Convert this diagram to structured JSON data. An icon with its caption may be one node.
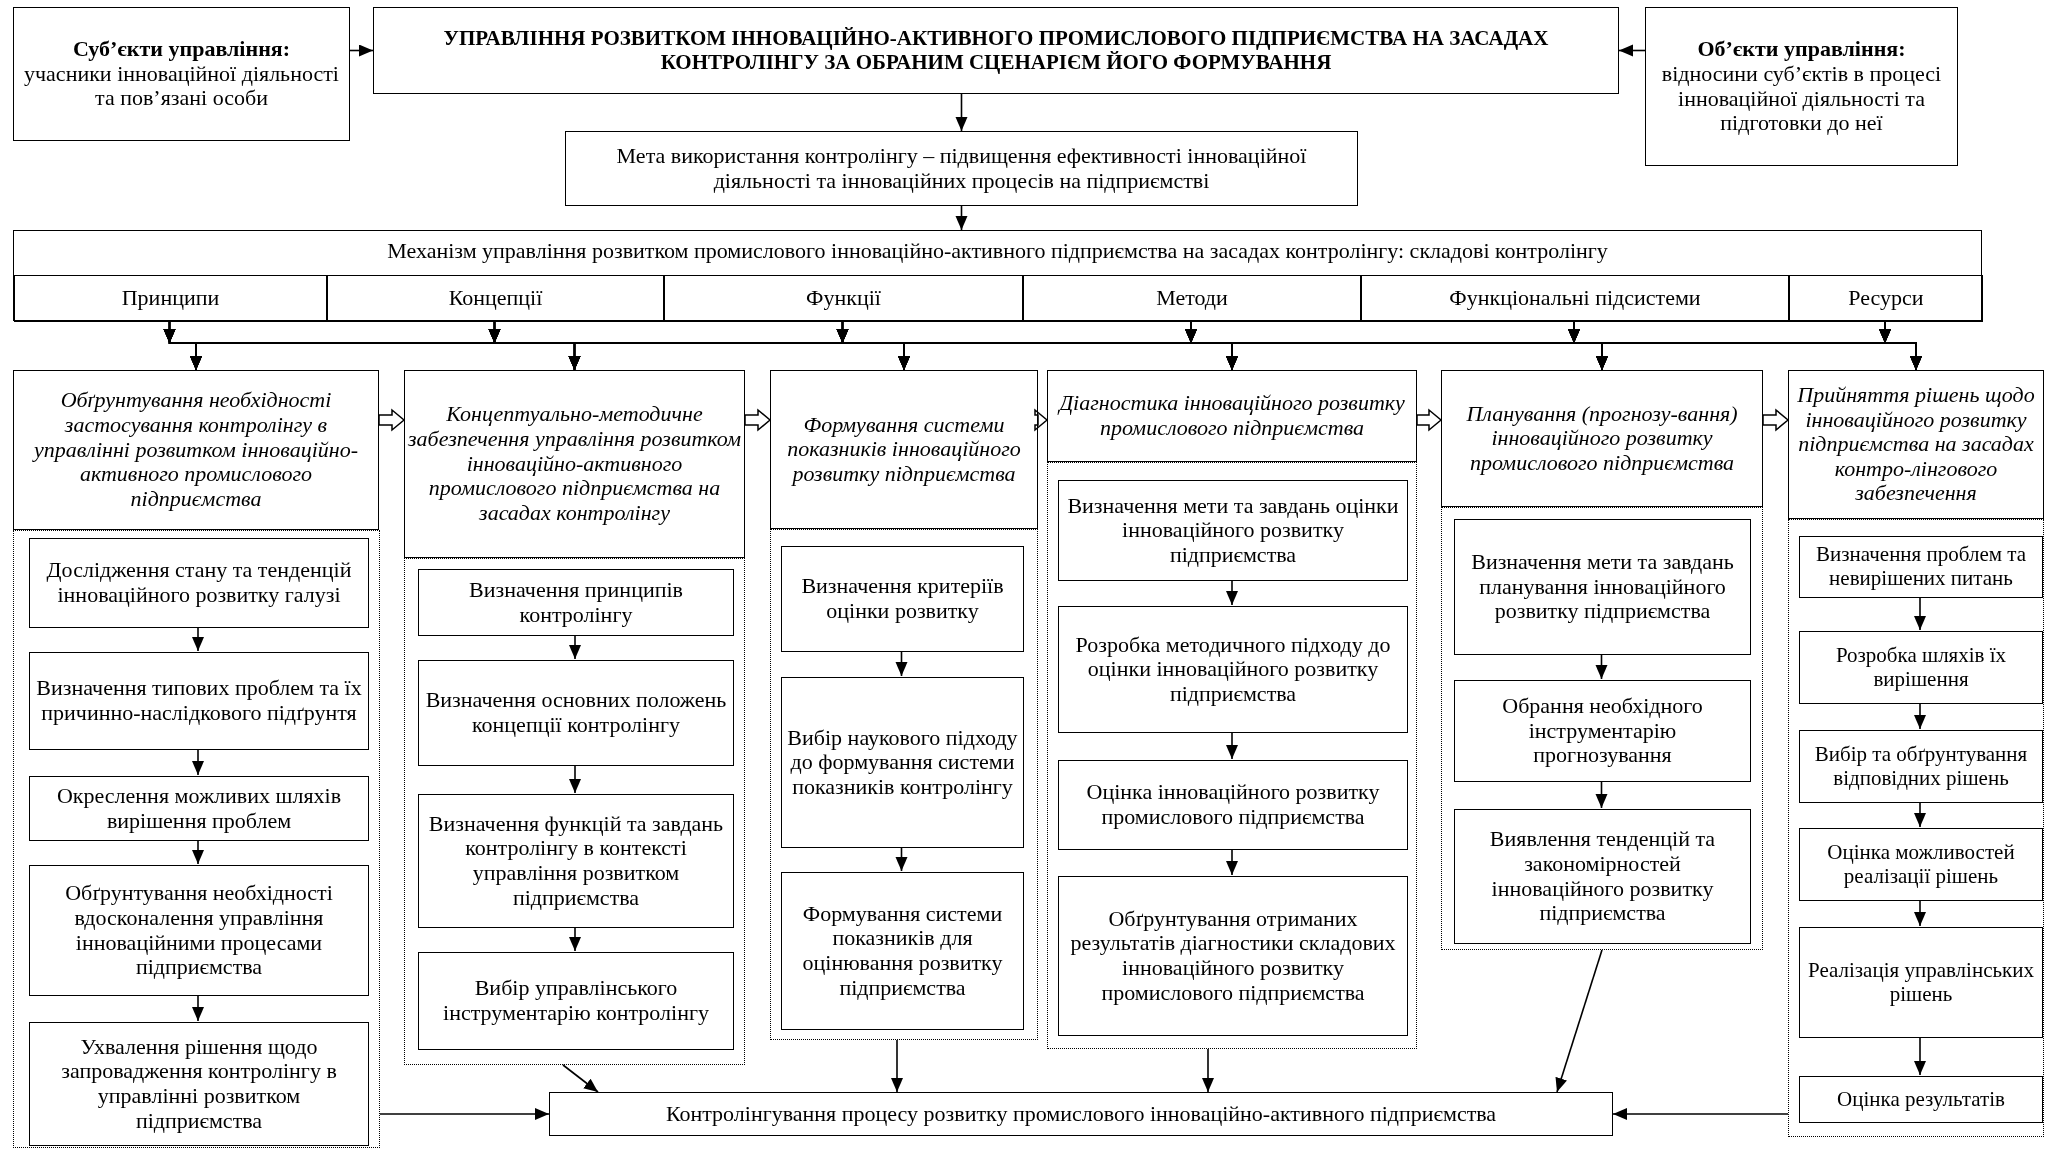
{
  "diagram": {
    "nodes": [
      {
        "text": [
          "Суб’єкти управління:",
          "учасники інноваційної діяльності та пов’язані особи"
        ]
      },
      {
        "text": [
          "УПРАВЛІННЯ РОЗВИТКОМ ІННОВАЦІЙНО-АКТИВНОГО ПРОМИСЛОВОГО ПІДПРИЄМСТВА НА ЗАСАДАХ КОНТРОЛІНГУ ЗА ОБРАНИМ СЦЕНАРІЄМ ЙОГО ФОРМУВАННЯ"
        ]
      },
      {
        "text": [
          "Об’єкти управління:",
          "відносини суб’єктів в процесі інноваційної діяльності та підготовки до неї"
        ]
      },
      {
        "text": [
          "Мета використання контролінгу – підвищення ефективності інноваційної діяльності та інноваційних процесів на підприємстві"
        ]
      },
      {
        "text": [
          "Механізм управління розвитком промислового інноваційно-активного підприємства на засадах контролінгу: складові контролінгу"
        ]
      },
      {
        "text": [
          "Принципи"
        ],
        "in": 4
      },
      {
        "text": [
          "Концепції"
        ],
        "in": 4
      },
      {
        "text": [
          "Функції"
        ],
        "in": 4
      },
      {
        "text": [
          "Методи"
        ],
        "in": 4
      },
      {
        "text": [
          "Функціональні підсистеми"
        ],
        "in": 4
      },
      {
        "text": [
          "Ресурси"
        ],
        "in": 4
      },
      {
        "text": [
          "Обґрунтування необхідності застосування контролінгу в управлінні розвитком інноваційно-активного промислового підприємства"
        ]
      },
      {
        "text": [],
        "shape": "box"
      },
      {
        "text": [
          "Дослідження стану та тенденцій інноваційного розвитку галузі"
        ],
        "in": 12
      },
      {
        "text": [
          "Визначення типових проблем та їх причинно-наслідкового підґрунтя"
        ],
        "in": 12
      },
      {
        "text": [
          "Окреслення можливих шляхів вирішення проблем"
        ],
        "in": 12
      },
      {
        "text": [
          "Обґрунтування необхідності вдосконалення управління інноваційними процесами підприємства"
        ],
        "in": 12
      },
      {
        "text": [
          "Ухвалення рішення щодо запровадження контролінгу в управлінні розвитком підприємства"
        ],
        "in": 12
      },
      {
        "text": [
          "Концептуально-методичне забезпечення управління розвитком інноваційно-активного промислового підприємства на засадах контролінгу"
        ]
      },
      {
        "text": [],
        "shape": "box"
      },
      {
        "text": [
          "Визначення принципів контролінгу"
        ],
        "in": 19
      },
      {
        "text": [
          "Визначення основних положень концепції контролінгу"
        ],
        "in": 19
      },
      {
        "text": [
          "Визначення функцій та завдань контролінгу в контексті управління розвитком підприємства"
        ],
        "in": 19
      },
      {
        "text": [
          "Вибір управлінського інструментарію контролінгу"
        ],
        "in": 19
      },
      {
        "text": [
          "Формування системи показників інноваційного розвитку підприємства"
        ]
      },
      {
        "text": [],
        "shape": "box"
      },
      {
        "text": [
          "Визначення критеріїв оцінки розвитку"
        ],
        "in": 25
      },
      {
        "text": [
          "Вибір наукового підходу до формування системи показників контролінгу"
        ],
        "in": 25
      },
      {
        "text": [
          "Формування системи показників для оцінювання розвитку підприємства"
        ],
        "in": 25
      },
      {
        "text": [
          "Діагностика інноваційного розвитку промислового підприємства"
        ]
      },
      {
        "text": [],
        "shape": "box"
      },
      {
        "text": [
          "Визначення мети та завдань оцінки інноваційного розвитку підприємства"
        ],
        "in": 30
      },
      {
        "text": [
          "Розробка методичного підходу до оцінки інноваційного розвитку підприємства"
        ],
        "in": 30
      },
      {
        "text": [
          "Оцінка інноваційного розвитку промислового підприємства"
        ],
        "in": 30
      },
      {
        "text": [
          "Обґрунтування отриманих результатів діагностики складових інноваційного розвитку промислового підприємства"
        ],
        "in": 30
      },
      {
        "text": [
          "Планування (прогнозу-вання) інноваційного розвитку промислового підприємства"
        ]
      },
      {
        "text": [],
        "shape": "box"
      },
      {
        "text": [
          "Визначення мети та завдань планування інноваційного розвитку підприємства"
        ],
        "in": 36
      },
      {
        "text": [
          "Обрання необхідного інструментарію прогнозування"
        ],
        "in": 36
      },
      {
        "text": [
          "Виявлення тенденцій та закономірностей інноваційного розвитку підприємства"
        ],
        "in": 36
      },
      {
        "text": [
          "Прийняття рішень щодо інноваційного розвитку підприємства на засадах контро-лінгового забезпечення"
        ]
      },
      {
        "text": [],
        "shape": "box"
      },
      {
        "text": [
          "Визначення проблем та невирішених питань"
        ],
        "in": 41
      },
      {
        "text": [
          "Розробка шляхів їх вирішення"
        ],
        "in": 41
      },
      {
        "text": [
          "Вибір та обґрунтування відповідних рішень"
        ],
        "in": 41
      },
      {
        "text": [
          "Оцінка можливостей реалізації рішень"
        ],
        "in": 41
      },
      {
        "text": [
          "Реалізація управлінських рішень"
        ],
        "in": 41
      },
      {
        "text": [
          "Оцінка результатів"
        ],
        "in": 41
      },
      {
        "text": [
          "Контролінгування процесу розвитку промислового інноваційно-активного підприємства"
        ]
      }
    ],
    "edges": [
      {
        "from": 0,
        "to": 1,
        "arrow": "to"
      },
      {
        "from": 2,
        "to": 1,
        "arrow": "to"
      },
      {
        "from": 1,
        "to": 3,
        "arrow": "to"
      },
      {
        "from": 3,
        "to": 4,
        "arrow": "to"
      },
      {
        "from": 5,
        "to": 11,
        "arrow": "to"
      },
      {
        "from": 5,
        "to": 18,
        "arrow": "to"
      },
      {
        "from": 5,
        "to": 24,
        "arrow": "to"
      },
      {
        "from": 5,
        "to": 29,
        "arrow": "to"
      },
      {
        "from": 5,
        "to": 35,
        "arrow": "to"
      },
      {
        "from": 5,
        "to": 40,
        "arrow": "to"
      },
      {
        "from": 6,
        "to": 11,
        "arrow": "to"
      },
      {
        "from": 6,
        "to": 18,
        "arrow": "to"
      },
      {
        "from": 6,
        "to": 24,
        "arrow": "to"
      },
      {
        "from": 6,
        "to": 29,
        "arrow": "to"
      },
      {
        "from": 6,
        "to": 35,
        "arrow": "to"
      },
      {
        "from": 6,
        "to": 40,
        "arrow": "to"
      },
      {
        "from": 7,
        "to": 11,
        "arrow": "to"
      },
      {
        "from": 7,
        "to": 18,
        "arrow": "to"
      },
      {
        "from": 7,
        "to": 24,
        "arrow": "to"
      },
      {
        "from": 7,
        "to": 29,
        "arrow": "to"
      },
      {
        "from": 7,
        "to": 35,
        "arrow": "to"
      },
      {
        "from": 7,
        "to": 40,
        "arrow": "to"
      },
      {
        "from": 8,
        "to": 11,
        "arrow": "to"
      },
      {
        "from": 8,
        "to": 18,
        "arrow": "to"
      },
      {
        "from": 8,
        "to": 24,
        "arrow": "to"
      },
      {
        "from": 8,
        "to": 29,
        "arrow": "to"
      },
      {
        "from": 8,
        "to": 35,
        "arrow": "to"
      },
      {
        "from": 8,
        "to": 40,
        "arrow": "to"
      },
      {
        "from": 9,
        "to": 11,
        "arrow": "to"
      },
      {
        "from": 9,
        "to": 18,
        "arrow": "to"
      },
      {
        "from": 9,
        "to": 24,
        "arrow": "to"
      },
      {
        "from": 9,
        "to": 29,
        "arrow": "to"
      },
      {
        "from": 9,
        "to": 35,
        "arrow": "to"
      },
      {
        "from": 9,
        "to": 40,
        "arrow": "to"
      },
      {
        "from": 10,
        "to": 11,
        "arrow": "to"
      },
      {
        "from": 10,
        "to": 18,
        "arrow": "to"
      },
      {
        "from": 10,
        "to": 24,
        "arrow": "to"
      },
      {
        "from": 10,
        "to": 29,
        "arrow": "to"
      },
      {
        "from": 10,
        "to": 35,
        "arrow": "to"
      },
      {
        "from": 10,
        "to": 40,
        "arrow": "to"
      },
      {
        "from": 11,
        "to": 18,
        "arrow": "to",
        "style": "thick"
      },
      {
        "from": 18,
        "to": 24,
        "arrow": "to",
        "style": "thick"
      },
      {
        "from": 24,
        "to": 29,
        "arrow": "to",
        "style": "thick"
      },
      {
        "from": 29,
        "to": 35,
        "arrow": "to",
        "style": "thick"
      },
      {
        "from": 35,
        "to": 40,
        "arrow": "to",
        "style": "thick"
      },
      {
        "from": 13,
        "to": 14,
        "arrow": "to"
      },
      {
        "from": 14,
        "to": 15,
        "arrow": "to"
      },
      {
        "from": 15,
        "to": 16,
        "arrow": "to"
      },
      {
        "from": 16,
        "to": 17,
        "arrow": "to"
      },
      {
        "from": 20,
        "to": 21,
        "arrow": "to"
      },
      {
        "from": 21,
        "to": 22,
        "arrow": "to"
      },
      {
        "from": 22,
        "to": 23,
        "arrow": "to"
      },
      {
        "from": 26,
        "to": 27,
        "arrow": "to"
      },
      {
        "from": 27,
        "to": 28,
        "arrow": "to"
      },
      {
        "from": 31,
        "to": 32,
        "arrow": "to"
      },
      {
        "from": 32,
        "to": 33,
        "arrow": "to"
      },
      {
        "from": 33,
        "to": 34,
        "arrow": "to"
      },
      {
        "from": 37,
        "to": 38,
        "arrow": "to"
      },
      {
        "from": 38,
        "to": 39,
        "arrow": "to"
      },
      {
        "from": 42,
        "to": 43,
        "arrow": "to"
      },
      {
        "from": 43,
        "to": 44,
        "arrow": "to"
      },
      {
        "from": 44,
        "to": 45,
        "arrow": "to"
      },
      {
        "from": 45,
        "to": 46,
        "arrow": "to"
      },
      {
        "from": 46,
        "to": 47,
        "arrow": "to"
      },
      {
        "from": 12,
        "to": 48,
        "arrow": "to"
      },
      {
        "from": 19,
        "to": 48,
        "arrow": "to"
      },
      {
        "from": 25,
        "to": 48,
        "arrow": "to"
      },
      {
        "from": 30,
        "to": 48,
        "arrow": "to"
      },
      {
        "from": 36,
        "to": 48,
        "arrow": "to"
      },
      {
        "from": 41,
        "to": 48,
        "arrow": "to"
      }
    ]
  }
}
